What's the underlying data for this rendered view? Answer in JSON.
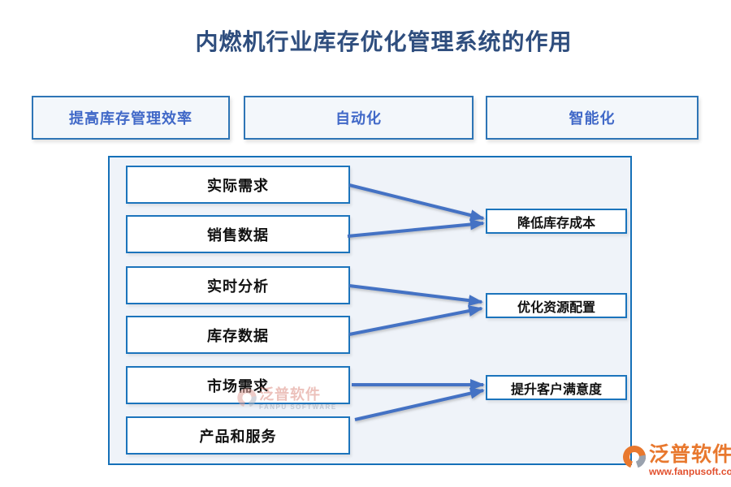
{
  "title": "内燃机行业库存优化管理系统的作用",
  "top_benefits": [
    {
      "label": "提高库存管理效率"
    },
    {
      "label": "自动化"
    },
    {
      "label": "智能化"
    }
  ],
  "diagram": {
    "inputs": [
      {
        "id": "actual-demand",
        "label": "实际需求"
      },
      {
        "id": "sales-data",
        "label": "销售数据"
      },
      {
        "id": "realtime-analysis",
        "label": "实时分析"
      },
      {
        "id": "inventory-data",
        "label": "库存数据"
      },
      {
        "id": "market-demand",
        "label": "市场需求"
      },
      {
        "id": "products-services",
        "label": "产品和服务"
      }
    ],
    "outcomes": [
      {
        "id": "reduce-inventory-cost",
        "label": "降低库存成本"
      },
      {
        "id": "optimize-resource-allocation",
        "label": "优化资源配置"
      },
      {
        "id": "improve-customer-satisfaction",
        "label": "提升客户满意度"
      }
    ],
    "connections": [
      {
        "from": "实际需求",
        "to": "降低库存成本"
      },
      {
        "from": "销售数据",
        "to": "降低库存成本"
      },
      {
        "from": "实时分析",
        "to": "优化资源配置"
      },
      {
        "from": "库存数据",
        "to": "优化资源配置"
      },
      {
        "from": "市场需求",
        "to": "提升客户满意度"
      },
      {
        "from": "产品和服务",
        "to": "提升客户满意度"
      }
    ]
  },
  "center_watermark": {
    "brand": "泛普软件",
    "sub": "FANPU SOFTWARE"
  },
  "corner_logo": {
    "brand": "泛普软件",
    "url": "www.fanpusoft.com"
  },
  "colors": {
    "title": "#2F4E7E",
    "top_box_text": "#4169C8",
    "top_box_border": "#2E75B6",
    "box_border": "#1B74BC",
    "arrow": "#4472C4",
    "container_bg": "#EFF3F9",
    "logo_orange": "#E8782E",
    "logo_url_red": "#E2502E"
  }
}
